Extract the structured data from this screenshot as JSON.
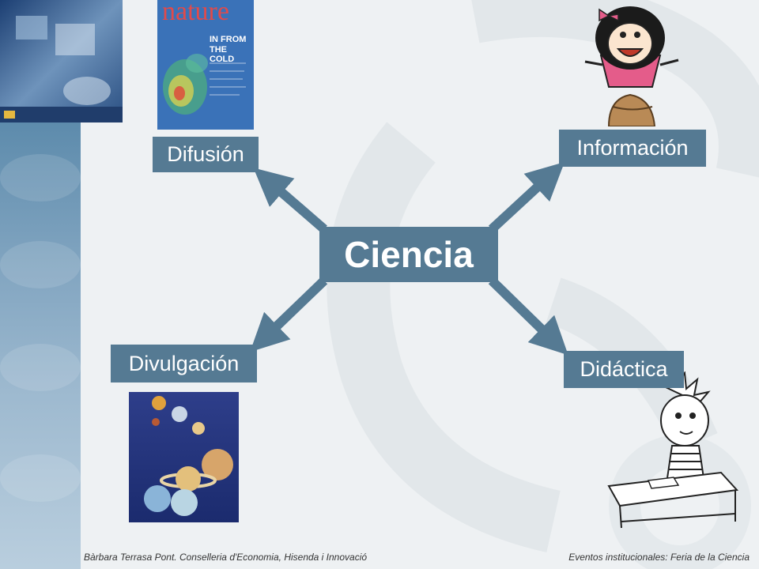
{
  "center": {
    "label": "Ciencia"
  },
  "branches": {
    "difusion": "Difusión",
    "informacion": "Información",
    "divulgacion": "Divulgación",
    "didactica": "Didáctica"
  },
  "nature_cover": {
    "masthead": "nature",
    "headline_line1": "IN FROM",
    "headline_line2": "THE COLD"
  },
  "footer": {
    "left": "Bàrbara Terrasa Pont. Conselleria d'Economia, Hisenda i Innovació",
    "right": "Eventos institucionales: Feria de la Ciencia"
  },
  "colors": {
    "box": "#557a93",
    "arrow": "#557a93",
    "background": "#eef1f3"
  }
}
